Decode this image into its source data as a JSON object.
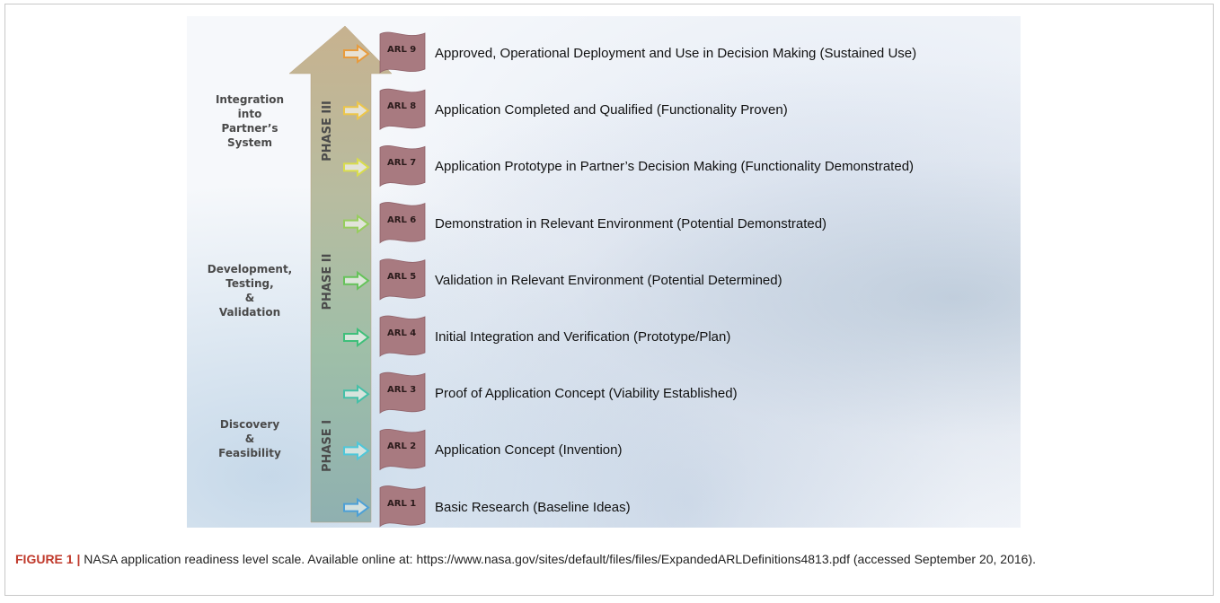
{
  "figure": {
    "arrow_colors": [
      "#4da0d6",
      "#4fc7d9",
      "#45c0a8",
      "#3fbf7a",
      "#66c35a",
      "#97cd5e",
      "#d9dd4c",
      "#ecc64a",
      "#e89b3c"
    ],
    "flag_color": "#a87a80",
    "phases": [
      {
        "label": "PHASE I",
        "group": [
          "Discovery",
          "&",
          "Feasibility"
        ]
      },
      {
        "label": "PHASE II",
        "group": [
          "Development,",
          "Testing,",
          "&",
          "Validation"
        ]
      },
      {
        "label": "PHASE III",
        "group": [
          "Integration",
          "into",
          "Partner’s",
          "System"
        ]
      }
    ],
    "levels": [
      {
        "code": "ARL 9",
        "name": "Approved, Operational Deployment and Use in Decision Making (Sustained Use)"
      },
      {
        "code": "ARL 8",
        "name": "Application Completed and Qualified (Functionality Proven)"
      },
      {
        "code": "ARL 7",
        "name": "Application Prototype in Partner’s Decision Making (Functionality Demonstrated)"
      },
      {
        "code": "ARL 6",
        "name": "Demonstration in Relevant Environment (Potential Demonstrated)"
      },
      {
        "code": "ARL 5",
        "name": "Validation in Relevant Environment (Potential Determined)"
      },
      {
        "code": "ARL 4",
        "name": "Initial Integration and Verification (Prototype/Plan)"
      },
      {
        "code": "ARL 3",
        "name": "Proof of Application Concept (Viability Established)"
      },
      {
        "code": "ARL 2",
        "name": "Application Concept (Invention)"
      },
      {
        "code": "ARL 1",
        "name": "Basic Research (Baseline Ideas)"
      }
    ]
  },
  "caption": {
    "label": "FIGURE 1 |",
    "text": " NASA application readiness level scale. Available online at: ",
    "url": "https://www.nasa.gov/sites/default/files/files/ExpandedARLDefinitions4813.pdf",
    "suffix": " (accessed September 20, 2016)."
  }
}
